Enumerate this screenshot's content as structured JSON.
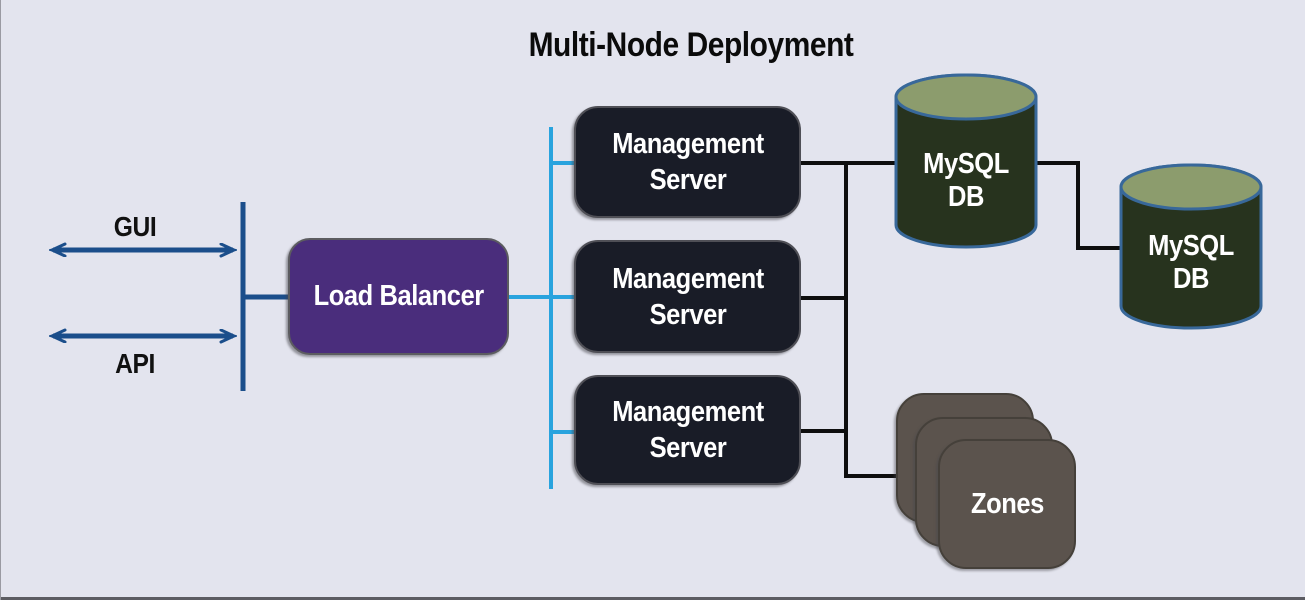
{
  "title": "Multi-Node Deployment",
  "clients": {
    "gui_label": "GUI",
    "api_label": "API"
  },
  "load_balancer": {
    "label": "Load Balancer"
  },
  "management_servers": [
    {
      "label": "Management Server"
    },
    {
      "label": "Management Server"
    },
    {
      "label": "Management Server"
    }
  ],
  "databases": [
    {
      "label": "MySQL DB"
    },
    {
      "label": "MySQL DB"
    }
  ],
  "zones": {
    "label": "Zones"
  },
  "colors": {
    "background": "#e3e4ee",
    "title_text": "#0b0b0b",
    "client_arrow": "#1b4e8b",
    "load_balancer_fill": "#4a2d7c",
    "management_server_fill": "#191c27",
    "cyan_connector": "#29a3de",
    "black_connector": "#0e0e0e",
    "db_body": "#27331e",
    "db_top": "#8c9c6d",
    "db_outline": "#38689a",
    "zone_fill": "#5b534d"
  }
}
